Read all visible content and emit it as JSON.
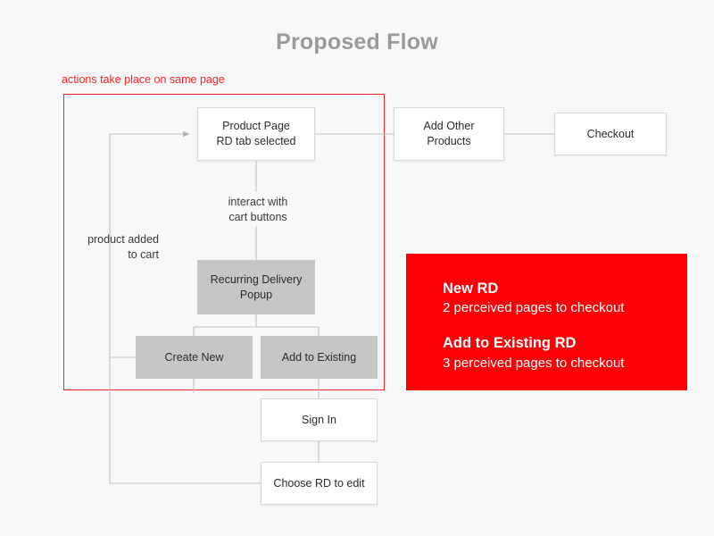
{
  "page": {
    "title": "Proposed Flow",
    "background_color": "#f7f8fa",
    "title_color": "#9a9a9a"
  },
  "annotation": {
    "same_page_note": "actions take place on same page",
    "accent_color": "#ff2020"
  },
  "flow": {
    "nodes": {
      "product_page": "Product Page\nRD tab selected",
      "product_page_line1": "Product Page",
      "product_page_line2": "RD tab selected",
      "add_other_products_line1": "Add Other",
      "add_other_products_line2": "Products",
      "checkout": "Checkout",
      "rd_popup_line1": "Recurring Delivery",
      "rd_popup_line2": "Popup",
      "create_new": "Create New",
      "add_to_existing": "Add to Existing",
      "sign_in": "Sign In",
      "choose_rd_to_edit": "Choose RD to edit"
    },
    "edge_labels": {
      "interact_line1": "interact with",
      "interact_line2": "cart buttons",
      "product_added_line1": "product added",
      "product_added_line2": "to cart"
    }
  },
  "legend": {
    "background_color": "#fb0006",
    "text_color": "#ffffff",
    "entries": [
      {
        "title": "New RD",
        "subtitle": "2 perceived pages to checkout"
      },
      {
        "title": "Add to Existing RD",
        "subtitle": "3 perceived pages to checkout"
      }
    ]
  }
}
